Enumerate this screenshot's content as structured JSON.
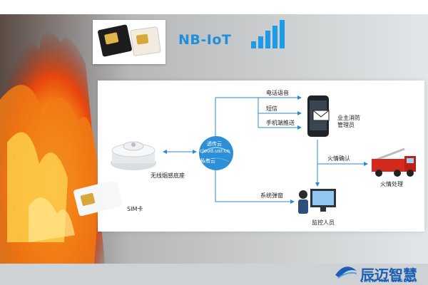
{
  "header": {
    "brand": "NB-IoT"
  },
  "diagram": {
    "detector_label": "无线烟感底座",
    "sim_label": "SIM卡",
    "cloud": {
      "title": "透传云",
      "url": "cloud.usr.cn",
      "tag": "私有云"
    },
    "channels": {
      "voice": "电话语音",
      "sms": "短信",
      "app": "手机端推送",
      "alarm": "系统弹窗"
    },
    "phone_recipient": "业主消防\n管理员",
    "confirm": "火情确认",
    "fire_handling": "火情处理",
    "monitor": "监控人员"
  },
  "footer": {
    "company": "辰迈智慧",
    "company_en": "CHEN MAI WISDOM"
  }
}
